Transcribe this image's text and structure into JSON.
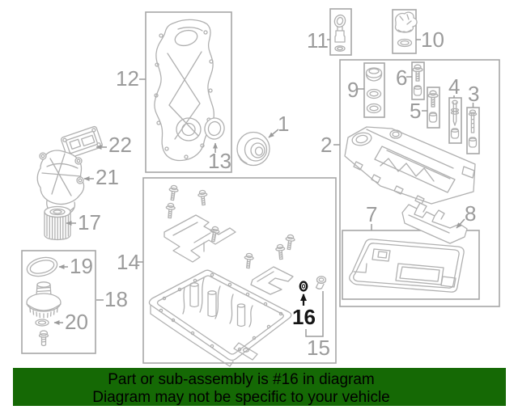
{
  "diagram": {
    "highlighted_part": "16",
    "colors": {
      "line": "#b0b0b0",
      "box_border": "#a6a6a6",
      "label": "#9b9b9b",
      "highlight": "#151515"
    },
    "labels": {
      "1": "1",
      "2": "2",
      "3": "3",
      "4": "4",
      "5": "5",
      "6": "6",
      "7": "7",
      "8": "8",
      "9": "9",
      "10": "10",
      "11": "11",
      "12": "12",
      "13": "13",
      "14": "14",
      "15": "15",
      "16": "16",
      "17": "17",
      "18": "18",
      "19": "19",
      "20": "20",
      "21": "21",
      "22": "22"
    }
  },
  "banner": {
    "line1": "Part or sub-assembly is #16 in diagram",
    "line2": "Diagram may not be specific to your vehicle",
    "background": "#156905",
    "text_color": "#000000"
  }
}
